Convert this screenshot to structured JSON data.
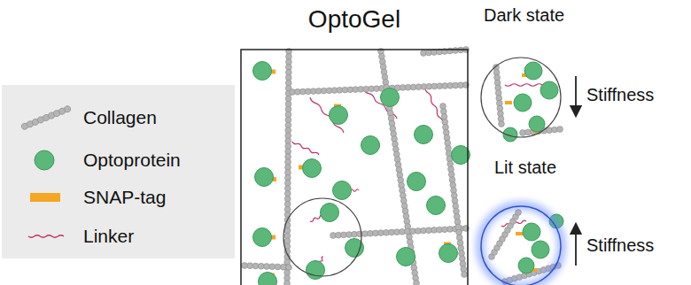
{
  "diagram": {
    "nodes": [
      {
        "text": [
          "OptoGel"
        ]
      },
      {
        "text": [
          "Dark state"
        ]
      },
      {
        "text": [
          "Lit state"
        ]
      }
    ],
    "labels": [
      "Stiffness",
      "Stiffness"
    ],
    "legend": [
      {
        "text": "Collagen"
      },
      {
        "text": "Optoprotein",
        "color": "#5cb87a"
      },
      {
        "text": "SNAP-tag",
        "color": "#f5a623"
      },
      {
        "text": "Linker"
      }
    ]
  }
}
